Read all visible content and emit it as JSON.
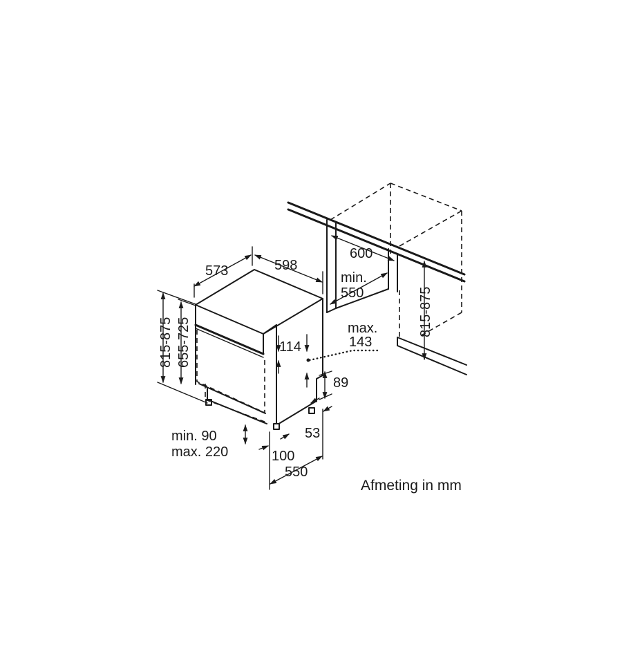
{
  "caption": "Afmeting in mm",
  "dimensions": {
    "depth": "573",
    "width": "598",
    "niche_width": "600",
    "niche_min_depth_label": "min.",
    "niche_min_depth_value": "550",
    "niche_height": "815-875",
    "panel_gap_label": "max.",
    "panel_gap_value": "143",
    "panel_height": "114",
    "plinth_recess_height": "89",
    "foot_offset": "53",
    "plinth_height_min": "min. 90",
    "plinth_height_max": "max. 220",
    "plinth_depth": "100",
    "base_depth": "550",
    "total_height": "815-875",
    "body_height": "655-725"
  }
}
